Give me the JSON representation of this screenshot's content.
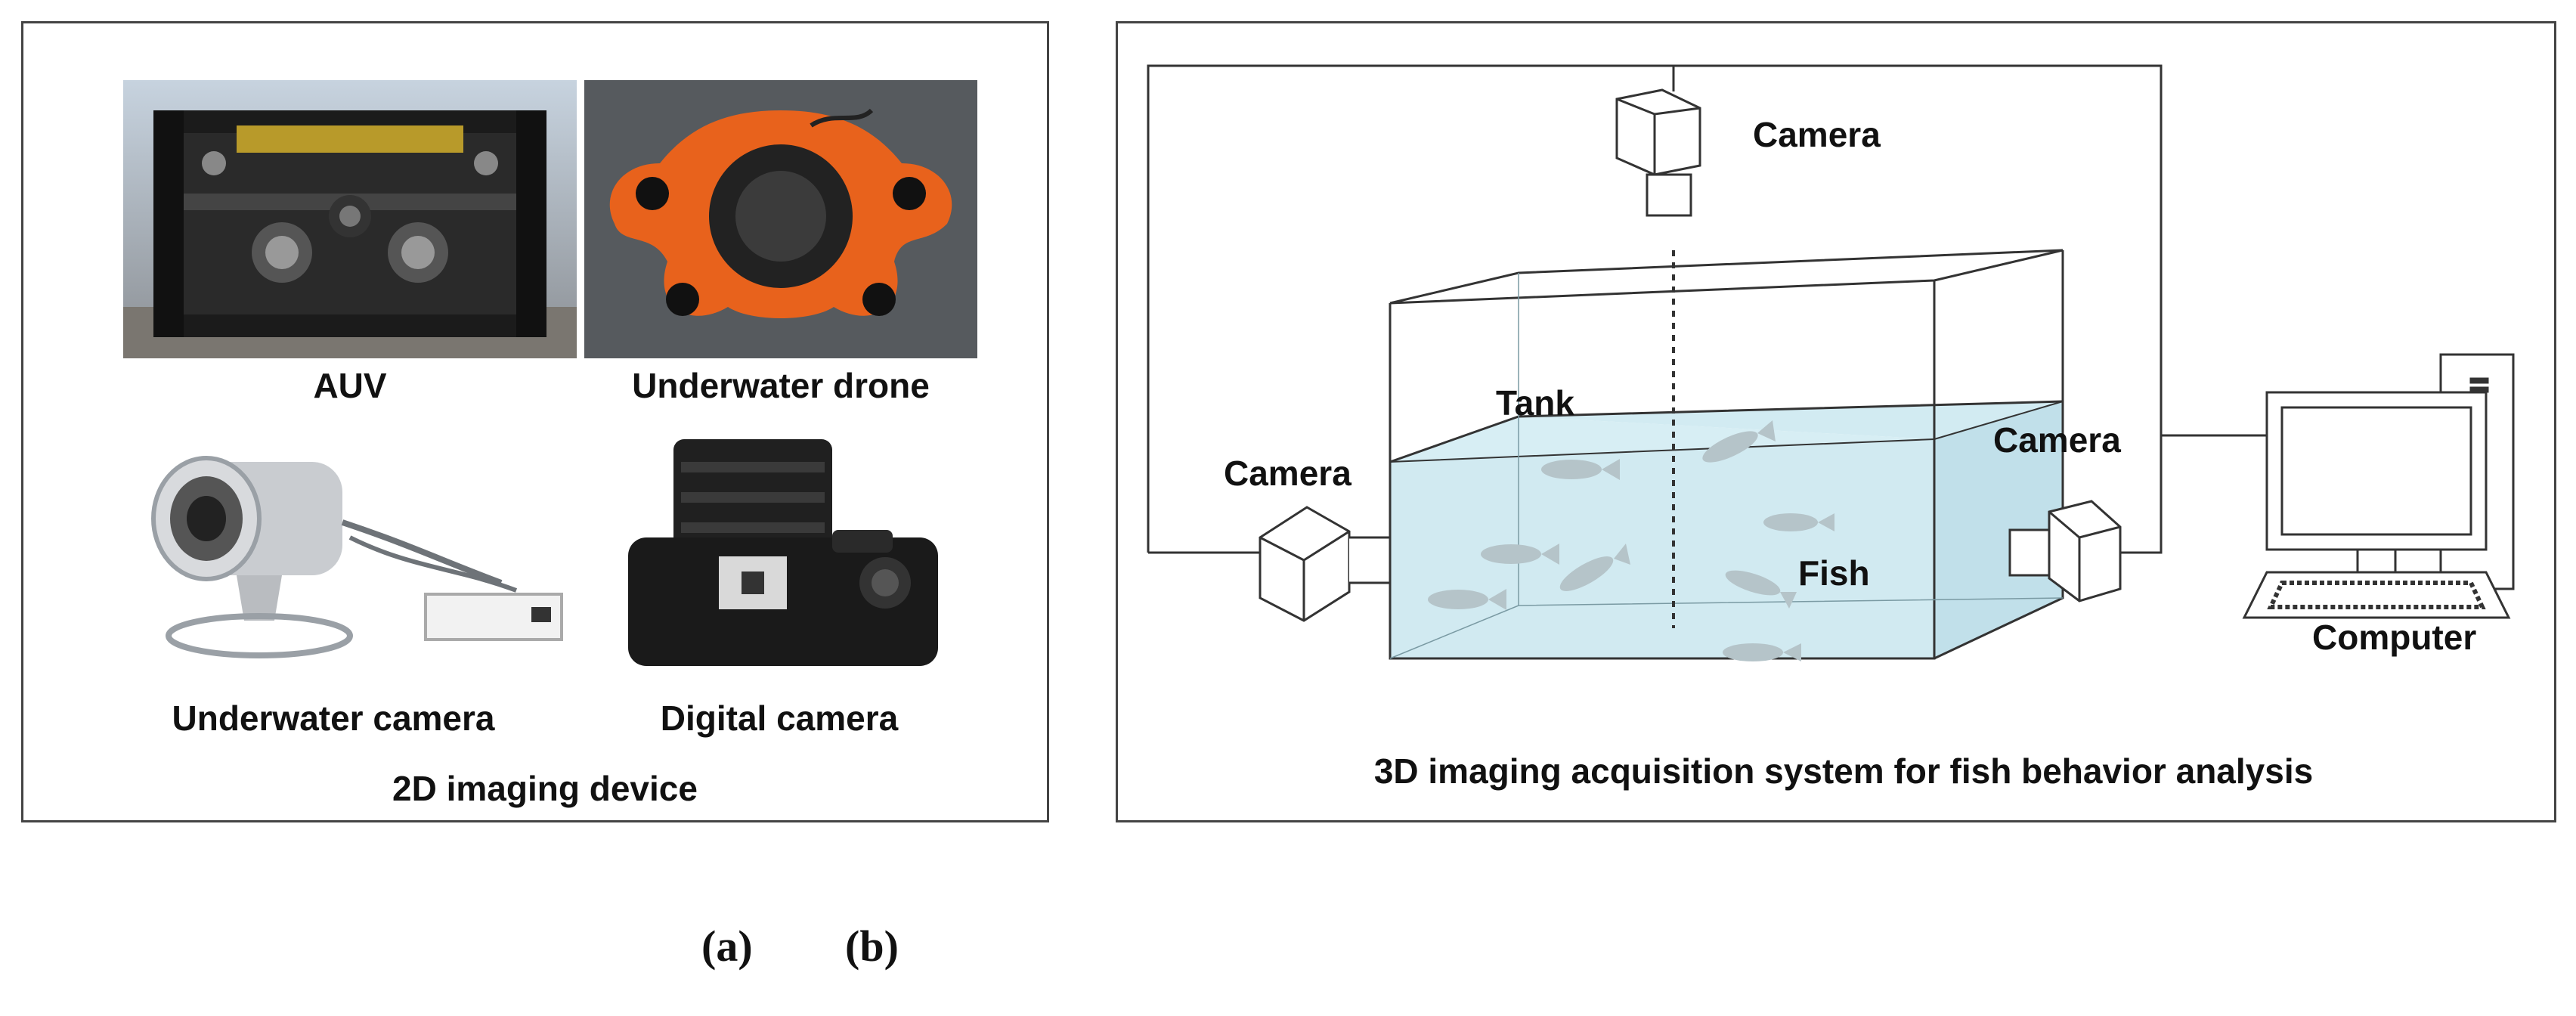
{
  "panel_a": {
    "labels": {
      "auv": "AUV",
      "drone": "Underwater drone",
      "uw_camera": "Underwater camera",
      "digital_camera": "Digital camera",
      "caption": "2D  imaging device"
    }
  },
  "panel_b": {
    "labels": {
      "camera_top": "Camera",
      "camera_left": "Camera",
      "camera_right": "Camera",
      "tank": "Tank",
      "fish": "Fish",
      "computer": "Computer",
      "caption": "3D imaging acquisition system for fish behavior analysis"
    }
  },
  "subfigure_labels": {
    "a": "(a)",
    "b": "(b)"
  },
  "colors": {
    "water": "#c9e6ee",
    "border": "#444444",
    "drone_orange": "#e8621c",
    "fish": "#b5c4c9"
  }
}
